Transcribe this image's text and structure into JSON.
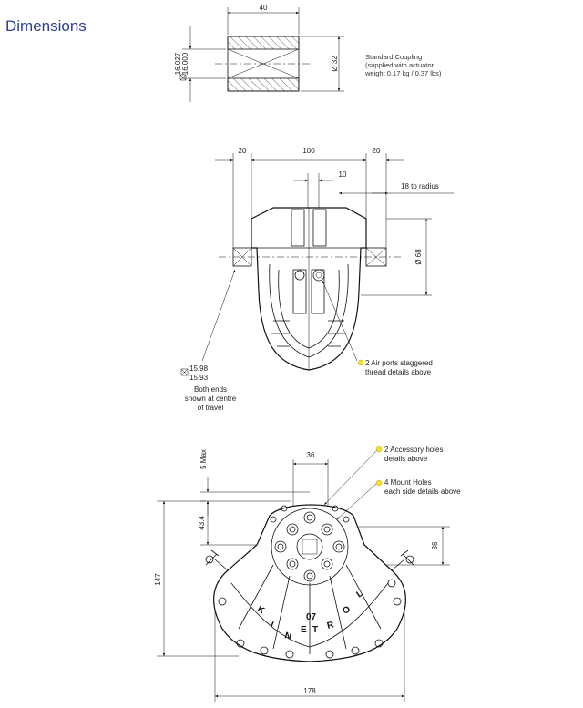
{
  "title": "Dimensions",
  "coupling": {
    "width": "40",
    "tol_upper": "16.027",
    "tol_lower": "16.000",
    "diameter": "Ø 32",
    "note": [
      "Standard Coupling",
      "(supplied with actuator",
      "weight 0.17 kg / 0.37 lbs)"
    ]
  },
  "front_view": {
    "left_ext": "20",
    "width": "100",
    "right_ext": "20",
    "offset": "10",
    "radius_note": "18 to radius",
    "diameter": "Ø 68",
    "shaft_tol_upper": "15.98",
    "shaft_tol_lower": "15.93",
    "shaft_note": [
      "Both ends",
      "shown at centre",
      "of travel"
    ],
    "air_ports": [
      "2 Air ports staggered",
      "thread details above"
    ]
  },
  "bottom_view": {
    "max_top": "5 Max",
    "hole_spacing": "36",
    "height_to_centre": "43.4",
    "side_spacing": "36",
    "height": "147",
    "width": "178",
    "accessory_holes": [
      "2 Accessory holes",
      "details above"
    ],
    "mount_holes": [
      "4 Mount Holes",
      "each side details above"
    ],
    "logo_letters": [
      "K",
      "I",
      "N",
      "E",
      "T",
      "R",
      "O",
      "L"
    ],
    "model": "07"
  },
  "accent_color": "#2b3f94",
  "callout_color": "#f2e233"
}
